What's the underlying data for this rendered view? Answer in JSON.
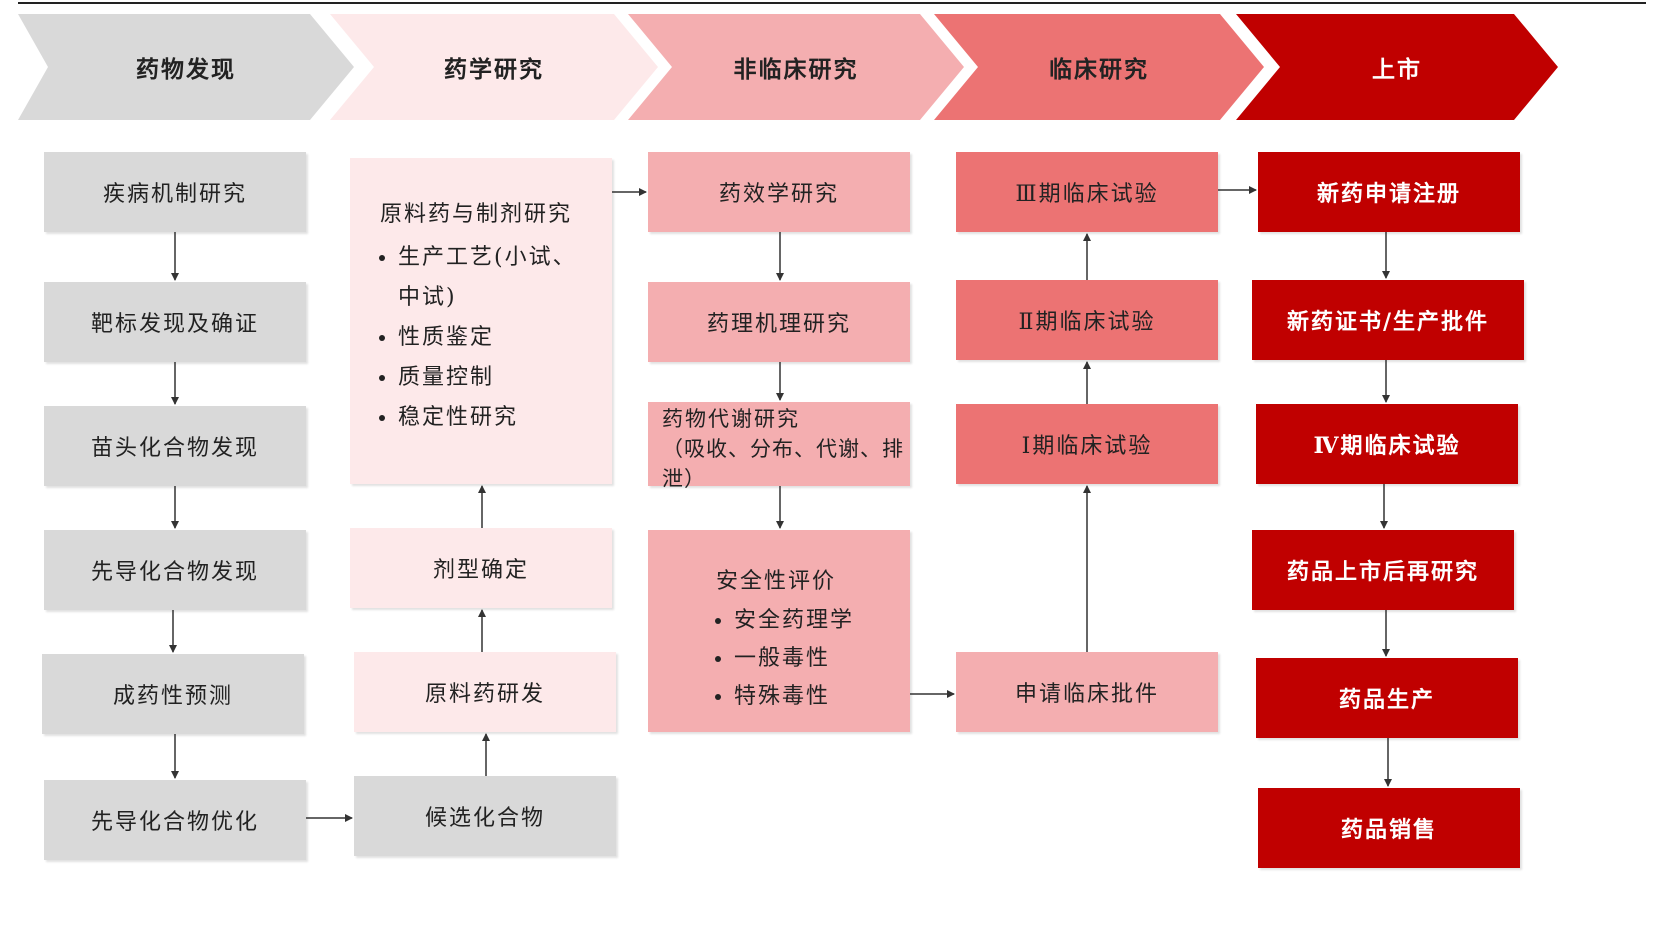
{
  "stages": [
    "药物发现",
    "药学研究",
    "非临床研究",
    "临床研究",
    "上市"
  ],
  "discovery": [
    "疾病机制研究",
    "靶标发现及确证",
    "苗头化合物发现",
    "先导化合物发现",
    "成药性预测",
    "先导化合物优化"
  ],
  "pharmacy": {
    "main_title": "原料药与制剂研究",
    "main_bullets": [
      "生产工艺(小试、中试)",
      "性质鉴定",
      "质量控制",
      "稳定性研究"
    ],
    "formulation": "剂型确定",
    "api_dev": "原料药研发",
    "candidate": "候选化合物"
  },
  "nonclinical": {
    "efficacy": "药效学研究",
    "mechanism": "药理机理研究",
    "pk_title": "药物代谢研究",
    "pk_detail": "（吸收、分布、代谢、排泄）",
    "safety_title": "安全性评价",
    "safety_bullets": [
      "安全药理学",
      "一般毒性",
      "特殊毒性"
    ]
  },
  "clinical": [
    "Ⅲ期临床试验",
    "Ⅱ期临床试验",
    "Ⅰ期临床试验",
    "申请临床批件"
  ],
  "market": [
    "新药申请注册",
    "新药证书/生产批件",
    "Ⅳ期临床试验",
    "药品上市后再研究",
    "药品生产",
    "药品销售"
  ],
  "colors": {
    "gray": "#d9d9d9",
    "pink_light": "#fde9ea",
    "pink": "#f4aeb0",
    "salmon": "#ec7373",
    "red": "#c00000"
  }
}
